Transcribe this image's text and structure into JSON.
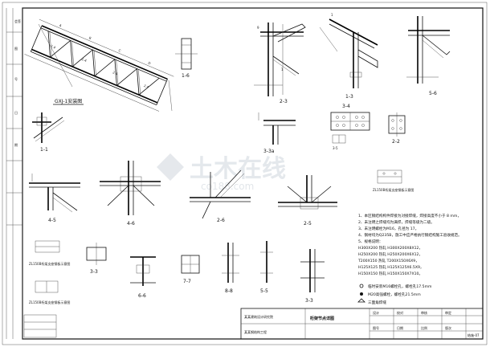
{
  "views": {
    "truss_elevation": "GXJ-1安装图",
    "sec_1_1": "1-1",
    "sec_2_2": "2-2",
    "sec_3_3": "3-3",
    "sec_3_3a": "3-3a",
    "sec_3_4": "3-4",
    "sec_4_5": "4-5",
    "sec_4_6": "4-6",
    "sec_2_6": "2-6",
    "sec_2_5": "2-5",
    "sec_6_6": "6-6",
    "sec_7_7": "7-7",
    "sec_8_8": "8-8",
    "sec_5_5": "5-5",
    "sec_1_6": "1-6",
    "sec_2_3": "2-3",
    "sec_1_3": "1-3",
    "sec_5_6": "5-6",
    "plate_1": "ZL150B桁架支座钢板示意图",
    "plate_2": "ZL150B桁架支座钢板示意图",
    "plate_3": "ZL150B桁架支座钢板示意图"
  },
  "notes": {
    "items": [
      "1、本区钢结构构件焊接为对接焊缝，焊接高度不小于 8 mm，",
      "2、未注明之焊缝均为满焊，焊缝等级为二级。",
      "3、未注明螺栓为M16，孔径为 17。",
      "4、钢材均为Q235B，施工中应严格执行钢结构施工验收规范。",
      "5、规格说明：",
      "   H300X200 热轧 H300X200X8X12，",
      "   H250X200 热轧 H250X200X6X12，",
      "   T200X150 热轧 T200X150X6X9，",
      "   H125X125 热轧 H125X125X6.5X9，",
      "   H150X150 热轧 H150X150X7X10。"
    ],
    "legend": [
      "临时安装M16螺栓孔，螺栓孔17.5mm",
      "M20高强螺栓，螺栓孔21.5mm",
      "三面角焊缝"
    ]
  },
  "watermark": {
    "main": "土木在线",
    "sub": "co188.com"
  },
  "title_block": {
    "project": "某某钢结构工程",
    "drawing_title": "桁架节点详图",
    "drawing_no": "结施-07",
    "labels": [
      "设计",
      "校对",
      "审核",
      "审定",
      "图号",
      "日期",
      "比例",
      "版次"
    ],
    "company": "某某建筑设计研究院"
  },
  "left_strip": {
    "labels": [
      "会签",
      "图",
      "号",
      "日",
      "期"
    ]
  },
  "colors": {
    "line": "#111111",
    "watermark": "#cfd6dd",
    "paper": "#ffffff"
  }
}
